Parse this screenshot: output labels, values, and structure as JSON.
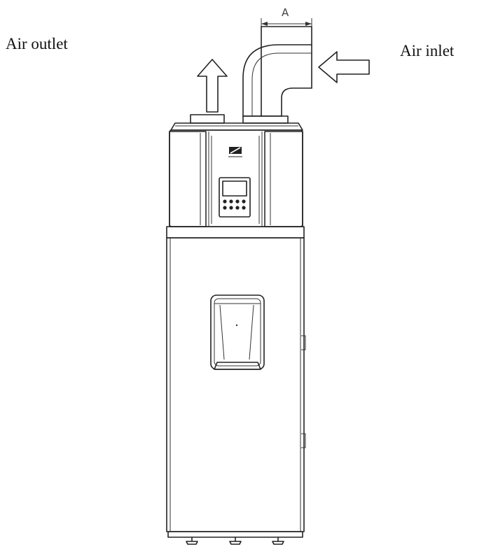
{
  "labels": {
    "air_outlet": "Air outlet",
    "air_inlet": "Air inlet",
    "dimension": "A"
  },
  "colors": {
    "line": "#222222",
    "background": "#ffffff"
  }
}
